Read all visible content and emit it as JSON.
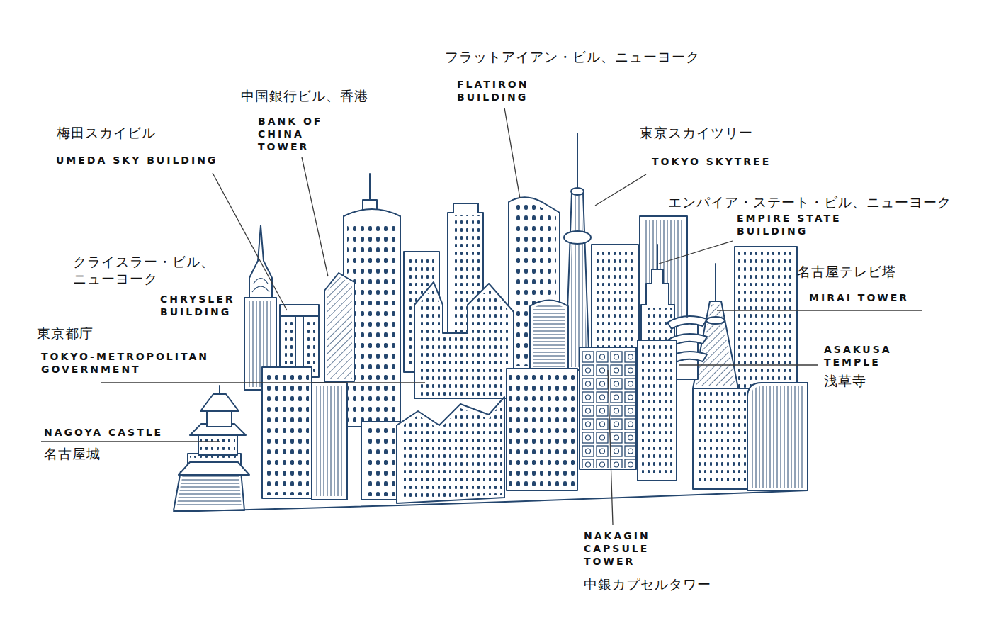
{
  "diagram": {
    "labels": [
      "フラットアイアン・ビル、ニューヨーク",
      "FLATIRON BUILDING",
      "中国銀行ビル、香港",
      "BANK OF CHINA TOWER",
      "梅田スカイビル",
      "UMEDA SKY BUILDING",
      "東京スカイツリー",
      "TOKYO SKYTREE",
      "エンパイア・ステート・ビル、ニューヨーク",
      "EMPIRE STATE BUILDING",
      "クライスラー・ビル、ニューヨーク",
      "CHRYSLER BUILDING",
      "名古屋テレビ塔",
      "MIRAI TOWER",
      "東京都庁",
      "TOKYO-METROPOLITAN GOVERNMENT",
      "ASAKUSA TEMPLE",
      "浅草寺",
      "NAGOYA CASTLE",
      "名古屋城",
      "NAKAGIN CAPSULE TOWER",
      "中銀カプセルタワー"
    ]
  }
}
